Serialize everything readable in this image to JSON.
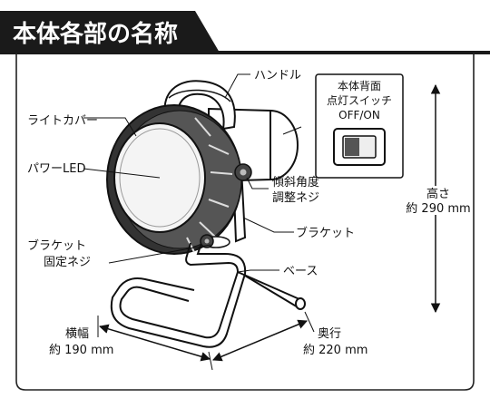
{
  "header": {
    "title": "本体各部の名称"
  },
  "labels": {
    "handle": "ハンドル",
    "light_cover": "ライトカバー",
    "power_led": "パワーLED",
    "tilt_screw_line1": "傾斜角度",
    "tilt_screw_line2": "調整ネジ",
    "bracket": "ブラケット",
    "bracket_screw_line1": "ブラケット",
    "bracket_screw_line2": "固定ネジ",
    "base": "ベース",
    "switch_line1": "本体背面",
    "switch_line2": "点灯スイッチ",
    "switch_line3": "OFF/ON"
  },
  "dimensions": {
    "height_label": "高さ",
    "height_value": "約 290 mm",
    "width_label": "横幅",
    "width_value": "約 190 mm",
    "depth_label": "奥行",
    "depth_value": "約 220 mm"
  },
  "colors": {
    "title_bar": "#1a1a1a",
    "title_text": "#ffffff",
    "frame": "#222222",
    "lens": "#f4f4f4",
    "body_dark": "#333333"
  }
}
